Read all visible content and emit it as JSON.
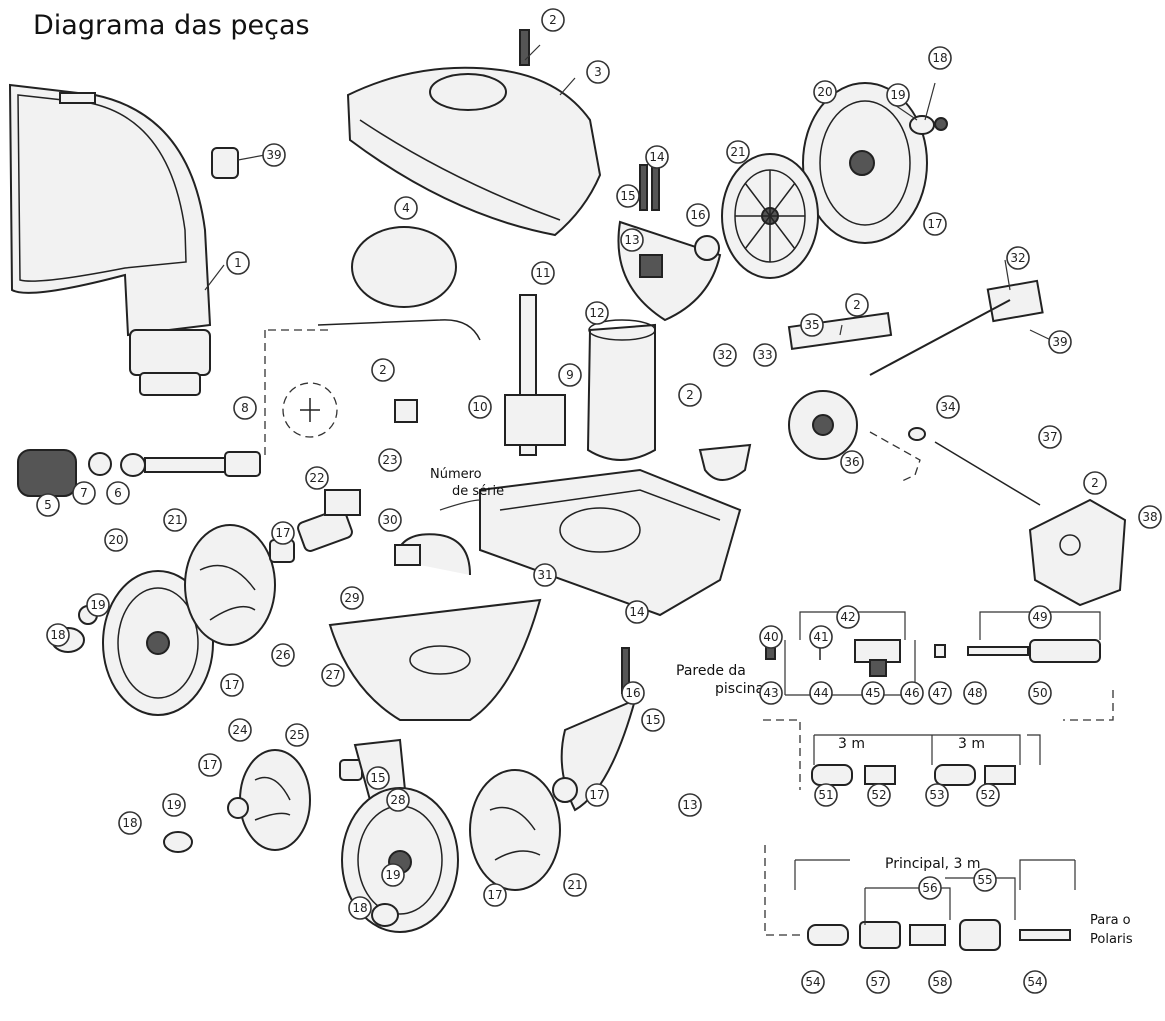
{
  "title": "Diagrama das peças",
  "labels": {
    "serial_line1": "Número",
    "serial_line2": "de série",
    "pool_wall_line1": "Parede da",
    "pool_wall_line2": "piscina",
    "hose_3m_a": "3 m",
    "hose_3m_b": "3 m",
    "main_hose": "Principal, 3 m",
    "to_polaris_line1": "Para o",
    "to_polaris_line2": "Polaris"
  },
  "callouts": [
    "2",
    "3",
    "18",
    "19",
    "20",
    "39",
    "21",
    "17",
    "14",
    "15",
    "16",
    "13",
    "4",
    "1",
    "11",
    "12",
    "32",
    "35",
    "39",
    "9",
    "2",
    "2",
    "33",
    "32",
    "10",
    "8",
    "23",
    "2",
    "34",
    "37",
    "22",
    "36",
    "6",
    "7",
    "5",
    "17",
    "21",
    "20",
    "30",
    "31",
    "2",
    "38",
    "18",
    "19",
    "17",
    "29",
    "27",
    "26",
    "25",
    "15",
    "28",
    "14",
    "16",
    "15",
    "24",
    "17",
    "19",
    "18",
    "13",
    "17",
    "19",
    "18",
    "17",
    "21",
    "40",
    "41",
    "42",
    "49",
    "43",
    "44",
    "45",
    "46",
    "47",
    "48",
    "50",
    "51",
    "52",
    "53",
    "52",
    "54",
    "57",
    "56",
    "55",
    "58",
    "54"
  ]
}
